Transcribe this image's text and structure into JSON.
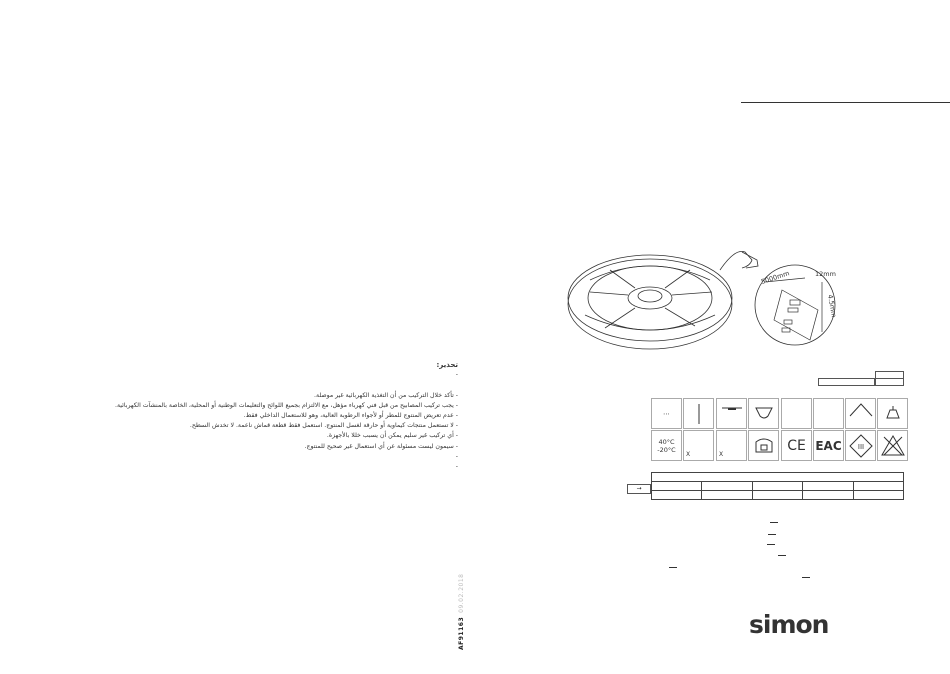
{
  "warning": {
    "title": "تحذير:",
    "lines": [
      "-",
      "",
      "- تأكد خلال التركيب من أن التغذية الكهربائية غير موصلة.",
      "- يجب تركيب المصابيح من قبل فني كهرباء مؤهل، مع الالتزام بجميع اللوائح والتعليمات الوطنية أو المحلية، الخاصة بالمنشآت الكهربائية.",
      "- عدم تعريض المنتوج للمطر أو لأجواء الرطوبة العالية، وهو للاستعمال الداخلي فقط.",
      "- لا تستعمل منتجات كيماوية أو حارقة لغسل المنتوج. استعمل فقط قطعة قماش ناعمة. لا تخدش السطح.",
      "- أي تركيب غير سليم يمكن أن يسبب خللا بالأجهزة.",
      "- سيمون ليست مسئولة عن أي استعمال غير صحيح للمنتوج.",
      "-",
      "-"
    ]
  },
  "ref": {
    "code": "AF91163",
    "date": "09.02.2018"
  },
  "reel": {
    "length_label": "5000mm",
    "width_label": "12mm",
    "height_label": "4.5mm"
  },
  "temps": {
    "high": "40°C",
    "low": "-20°C"
  },
  "table_marks": [
    "X",
    "X"
  ],
  "cert": {
    "ce": "CE",
    "eac": "EAC",
    "class": "III"
  },
  "brand": "simon"
}
